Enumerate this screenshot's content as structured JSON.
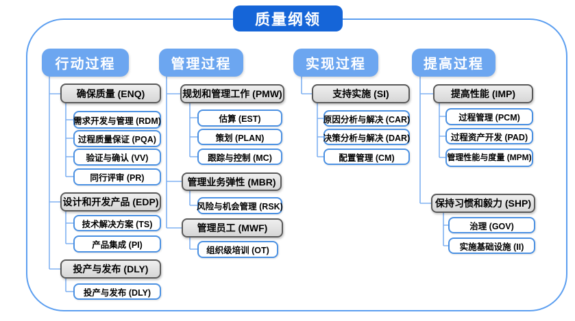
{
  "title": "质量纲领",
  "colors": {
    "title_bg": "#1565d8",
    "header_bg": "#6ca6f0",
    "group_bg": "#dcdcdc",
    "group_border": "#595959",
    "leaf_border": "#4a90e2",
    "connector_line": "#7fb0f2",
    "outer_border": "#5b9ef0",
    "text_dark": "#000000",
    "text_light": "#ffffff"
  },
  "columns": [
    {
      "header": "行动过程",
      "groups": [
        {
          "label": "确保质量 (ENQ)",
          "children": [
            "需求开发与管理 (RDM)",
            "过程质量保证 (PQA)",
            "验证与确认 (VV)",
            "同行评审 (PR)"
          ]
        },
        {
          "label": "设计和开发产品 (EDP)",
          "children": [
            "技术解决方案 (TS)",
            "产品集成 (PI)"
          ]
        },
        {
          "label": "投产与发布 (DLY)",
          "children": [
            "投产与发布 (DLY)"
          ]
        }
      ]
    },
    {
      "header": "管理过程",
      "groups": [
        {
          "label": "规划和管理工作 (PMW)",
          "children": [
            "估算 (EST)",
            "策划 (PLAN)",
            "跟踪与控制 (MC)"
          ]
        },
        {
          "label": "管理业务弹性 (MBR)",
          "children": [
            "风险与机会管理 (RSK)"
          ]
        },
        {
          "label": "管理员工 (MWF)",
          "children": [
            "组织级培训 (OT)"
          ]
        }
      ]
    },
    {
      "header": "实现过程",
      "groups": [
        {
          "label": "支持实施 (SI)",
          "children": [
            "原因分析与解决 (CAR)",
            "决策分析与解决 (DAR)",
            "配置管理 (CM)"
          ]
        }
      ]
    },
    {
      "header": "提高过程",
      "groups": [
        {
          "label": "提高性能 (IMP)",
          "children": [
            "过程管理 (PCM)",
            "过程资产开发 (PAD)",
            "管理性能与度量 (MPM)"
          ]
        },
        {
          "label": "保持习惯和毅力 (SHP)",
          "children": [
            "治理 (GOV)",
            "实施基础设施 (II)"
          ]
        }
      ]
    }
  ]
}
